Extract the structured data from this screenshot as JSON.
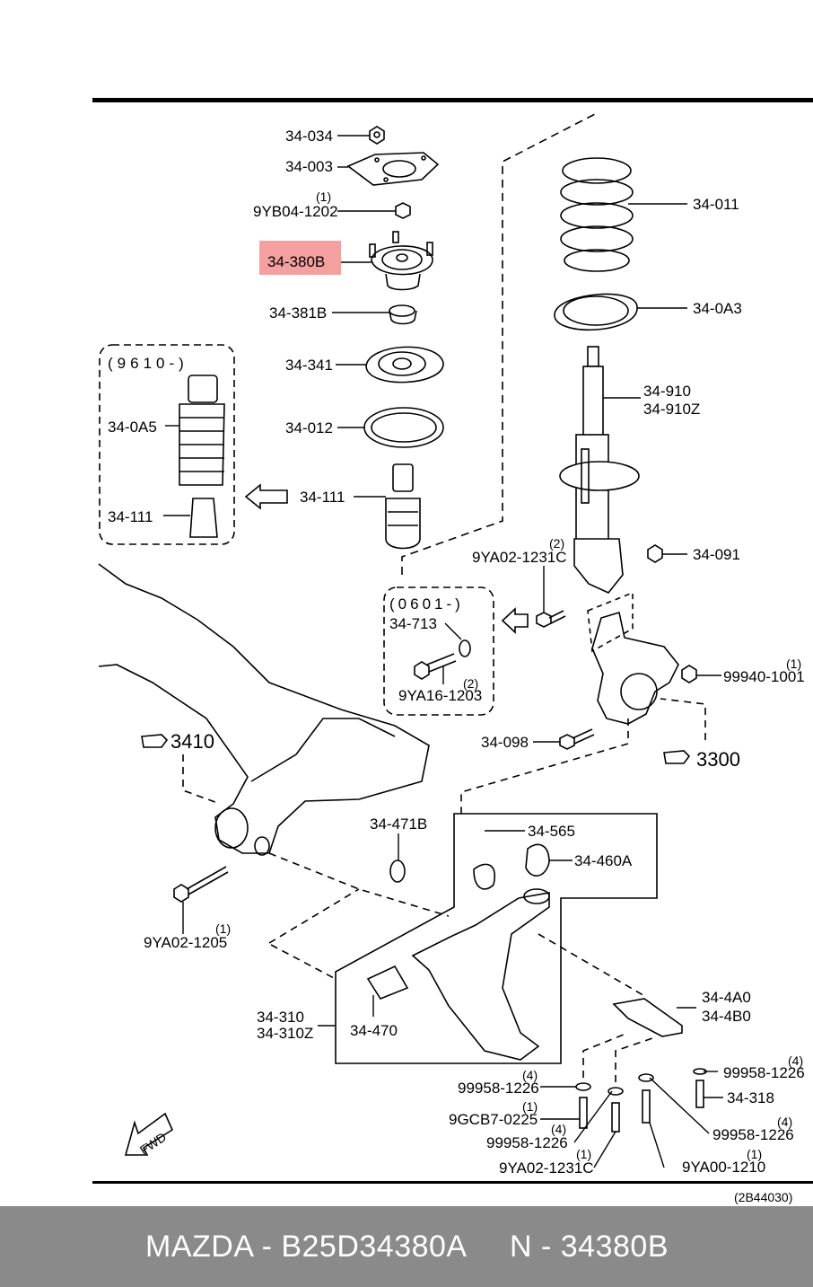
{
  "parts": {
    "p34_034": "34-034",
    "p34_003": "34-003",
    "p9yb04_qty": "(1)",
    "p9yb04": "9YB04-1202",
    "p34_380b": "34-380B",
    "p34_381b": "34-381B",
    "p34_341": "34-341",
    "p34_012": "34-012",
    "p34_111_main": "34-111",
    "p34_011": "34-011",
    "p34_0a3": "34-0A3",
    "p34_910": "34-910",
    "p34_910z": "34-910Z",
    "p34_091": "34-091",
    "p9ya02_1231c_top_qty": "(2)",
    "p9ya02_1231c_top": "9YA02-1231C",
    "p99940_qty": "(1)",
    "p99940": "99940-1001",
    "p34_098": "34-098",
    "ref3300": "3300",
    "ref3410": "3410",
    "p34_471b": "34-471B",
    "p34_565": "34-565",
    "p34_460a": "34-460A",
    "p9ya02_1205_qty": "(1)",
    "p9ya02_1205": "9YA02-1205",
    "p34_310": "34-310",
    "p34_310z": "34-310Z",
    "p34_470": "34-470",
    "p34_4a0": "34-4A0",
    "p34_4b0": "34-4B0",
    "p99958_r_qty": "(4)",
    "p99958_r": "99958-1226",
    "p34_318": "34-318",
    "p99958_r2_qty": "(4)",
    "p99958_r2": "99958-1226",
    "p9ya00_qty": "(1)",
    "p9ya00": "9YA00-1210",
    "p99958_l_qty": "(4)",
    "p99958_l": "99958-1226",
    "p9gcb7_qty": "(1)",
    "p9gcb7": "9GCB7-0225",
    "p99958_l2_qty": "(4)",
    "p99958_l2": "99958-1226",
    "p9ya02_1231c_bot_qty": "(1)",
    "p9ya02_1231c_bot": "9YA02-1231C"
  },
  "inset_boot": {
    "date_range": "(9610-)",
    "p34_0a5": "34-0A5",
    "p34_111": "34-111"
  },
  "inset_bolt": {
    "date_range": "(0601-)",
    "p34_713": "34-713",
    "p9ya16_qty": "(2)",
    "p9ya16": "9YA16-1203"
  },
  "highlight_color": "#f4a0a0",
  "fwd_label": "FWD",
  "diagram_code": "(2B44030)",
  "footer": {
    "left": "MAZDA - B25D34380A",
    "right": "N - 34380B"
  }
}
